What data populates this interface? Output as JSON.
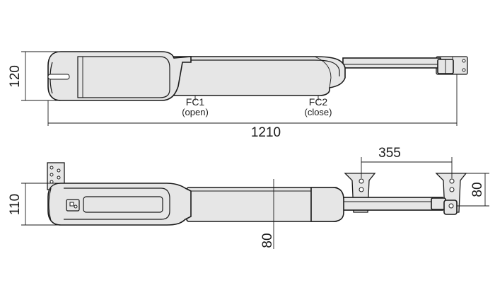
{
  "top_view": {
    "height_label": "120",
    "length_label": "1210",
    "fc1": {
      "name": "FC1",
      "note": "(open)"
    },
    "fc2": {
      "name": "FC2",
      "note": "(close)"
    }
  },
  "side_view": {
    "height_label": "110",
    "rod_height_label": "80",
    "bracket_spacing_label": "355",
    "bracket_height_label": "80"
  }
}
